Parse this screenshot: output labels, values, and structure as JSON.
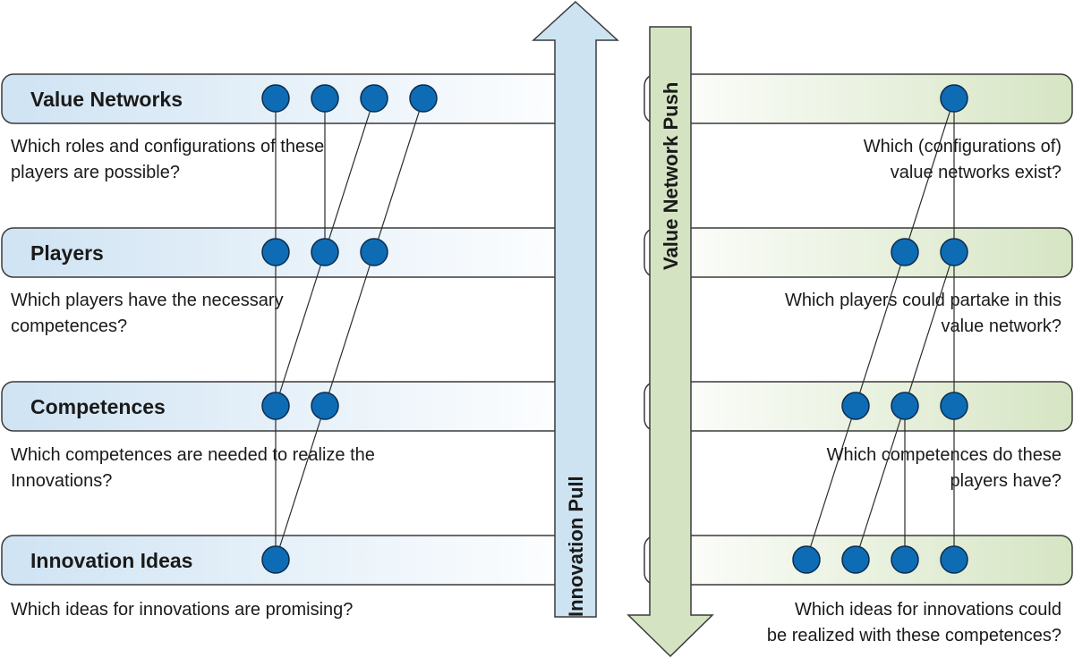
{
  "levels": [
    {
      "title": "Value Networks",
      "left_question": [
        "Which roles and configurations of these",
        "players are possible?"
      ],
      "right_question": [
        "Which (configurations of)",
        "value networks exist?"
      ]
    },
    {
      "title": "Players",
      "left_question": [
        "Which players have the necessary",
        "competences?"
      ],
      "right_question": [
        "Which players could partake in this",
        "value network?"
      ]
    },
    {
      "title": "Competences",
      "left_question": [
        "Which competences are needed to realize the",
        "Innovations?"
      ],
      "right_question": [
        "Which competences do these",
        "players have?"
      ]
    },
    {
      "title": "Innovation Ideas",
      "left_question": [
        "Which ideas for innovations are promising?"
      ],
      "right_question": [
        "Which ideas for innovations could",
        "be realized with these competences?"
      ]
    }
  ],
  "arrows": {
    "up_label": "Innovation Pull",
    "down_label": "Value Network Push"
  },
  "colors": {
    "left_band": "#cfe3f3",
    "right_band": "#d6e5c4",
    "node": "#0e6cb5",
    "up_arrow": "#cde3f2",
    "down_arrow": "#d4e4c2"
  }
}
